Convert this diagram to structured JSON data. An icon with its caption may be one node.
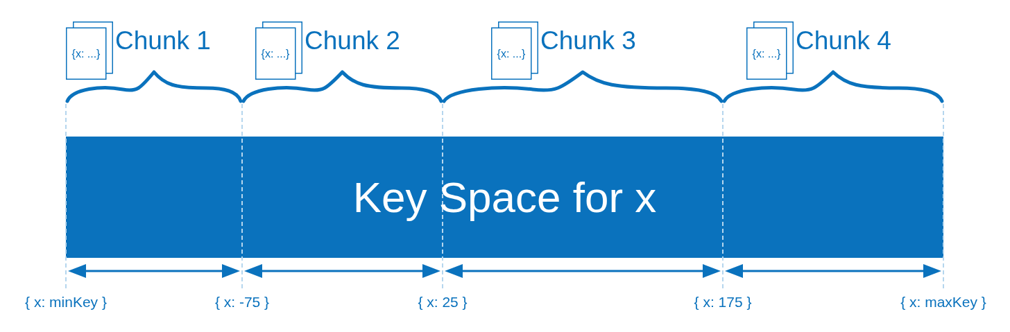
{
  "diagram": {
    "nodes": [
      {
        "text": [
          "{x: ...}"
        ],
        "beside": [
          "Chunk 1"
        ]
      },
      {
        "text": [
          "{x: ...}"
        ],
        "beside": [
          "Chunk 2"
        ]
      },
      {
        "text": [
          "{x: ...}"
        ],
        "beside": [
          "Chunk 3"
        ]
      },
      {
        "text": [
          "{x: ...}"
        ],
        "beside": [
          "Chunk 4"
        ]
      },
      {
        "text": [
          "Key Space for x"
        ]
      }
    ],
    "labels": [
      "{ x: minKey }",
      "{ x: -75 }",
      "{ x: 25 }",
      "{ x: 175 }",
      "{ x: maxKey }"
    ]
  }
}
